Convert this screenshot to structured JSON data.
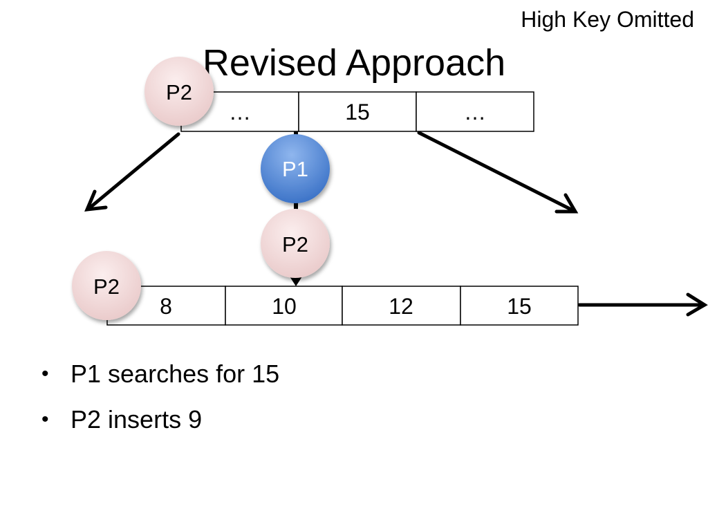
{
  "corner_label": "High Key Omitted",
  "title": "Revised Approach",
  "top_node": {
    "cells": [
      "…",
      "15",
      "…"
    ]
  },
  "leaf_node": {
    "cells": [
      "8",
      "10",
      "12",
      "15"
    ]
  },
  "processes": {
    "p1_label": "P1",
    "p2_label": "P2"
  },
  "bullets": [
    "P1 searches for 15",
    "P2 inserts 9"
  ],
  "colors": {
    "p1_fill": "#4f86d8",
    "p2_fill": "#f1d6d6",
    "stroke": "#000000"
  }
}
